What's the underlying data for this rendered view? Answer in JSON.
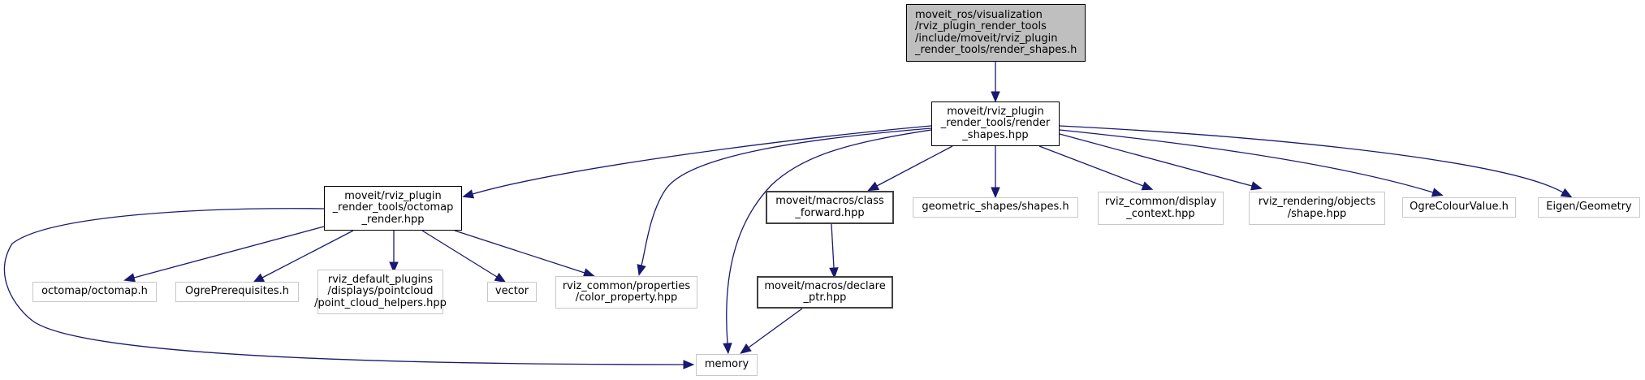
{
  "diagram": {
    "type": "include-dependency-graph",
    "colors": {
      "edge": "#191970",
      "root_fill": "#bfbfbf",
      "local_border": "#000000",
      "external_border": "#c8c8c8"
    },
    "nodes": [
      {
        "id": "root",
        "kind": "root",
        "label": "moveit_ros/visualization\n/rviz_plugin_render_tools\n/include/moveit/rviz_plugin\n_render_tools/render_shapes.h"
      },
      {
        "id": "render_shapes_hpp",
        "kind": "local",
        "label": "moveit/rviz_plugin\n_render_tools/render\n_shapes.hpp"
      },
      {
        "id": "octomap_render",
        "kind": "local",
        "label": "moveit/rviz_plugin\n_render_tools/octomap\n_render.hpp"
      },
      {
        "id": "class_forward",
        "kind": "local",
        "label": "moveit/macros/class\n_forward.hpp"
      },
      {
        "id": "shapes_h",
        "kind": "external",
        "label": "geometric_shapes/shapes.h"
      },
      {
        "id": "display_context",
        "kind": "external",
        "label": "rviz_common/display\n_context.hpp"
      },
      {
        "id": "shape_hpp",
        "kind": "external",
        "label": "rviz_rendering/objects\n/shape.hpp"
      },
      {
        "id": "colour_value",
        "kind": "external",
        "label": "OgreColourValue.h"
      },
      {
        "id": "eigen_geometry",
        "kind": "external",
        "label": "Eigen/Geometry"
      },
      {
        "id": "octomap_h",
        "kind": "external",
        "label": "octomap/octomap.h"
      },
      {
        "id": "ogre_prereq",
        "kind": "external",
        "label": "OgrePrerequisites.h"
      },
      {
        "id": "point_cloud_helpers",
        "kind": "external",
        "label": "rviz_default_plugins\n/displays/pointcloud\n/point_cloud_helpers.hpp"
      },
      {
        "id": "vector",
        "kind": "external",
        "label": "vector"
      },
      {
        "id": "color_property",
        "kind": "external",
        "label": "rviz_common/properties\n/color_property.hpp"
      },
      {
        "id": "declare_ptr",
        "kind": "local",
        "label": "moveit/macros/declare\n_ptr.hpp"
      },
      {
        "id": "memory",
        "kind": "external",
        "label": "memory"
      }
    ],
    "edges": [
      {
        "from": "root",
        "to": "render_shapes_hpp"
      },
      {
        "from": "render_shapes_hpp",
        "to": "octomap_render"
      },
      {
        "from": "render_shapes_hpp",
        "to": "color_property"
      },
      {
        "from": "render_shapes_hpp",
        "to": "memory"
      },
      {
        "from": "render_shapes_hpp",
        "to": "class_forward"
      },
      {
        "from": "render_shapes_hpp",
        "to": "shapes_h"
      },
      {
        "from": "render_shapes_hpp",
        "to": "display_context"
      },
      {
        "from": "render_shapes_hpp",
        "to": "shape_hpp"
      },
      {
        "from": "render_shapes_hpp",
        "to": "colour_value"
      },
      {
        "from": "render_shapes_hpp",
        "to": "eigen_geometry"
      },
      {
        "from": "octomap_render",
        "to": "memory"
      },
      {
        "from": "octomap_render",
        "to": "octomap_h"
      },
      {
        "from": "octomap_render",
        "to": "ogre_prereq"
      },
      {
        "from": "octomap_render",
        "to": "point_cloud_helpers"
      },
      {
        "from": "octomap_render",
        "to": "vector"
      },
      {
        "from": "octomap_render",
        "to": "color_property"
      },
      {
        "from": "class_forward",
        "to": "declare_ptr"
      },
      {
        "from": "declare_ptr",
        "to": "memory"
      }
    ]
  }
}
